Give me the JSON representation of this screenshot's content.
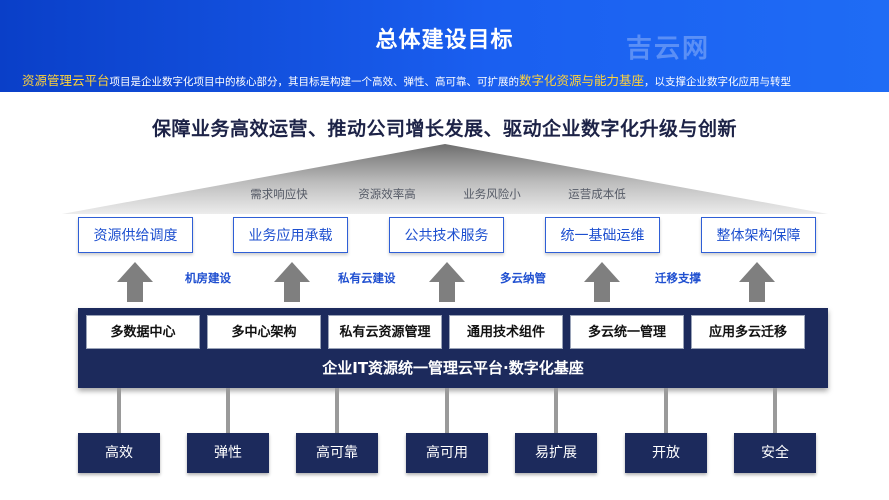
{
  "header": {
    "title": "总体建设目标",
    "watermark": "吉云网",
    "subtitle_part1": "资源管理云平台",
    "subtitle_part2": "项目是企业数字化项目中的核心部分，其目标是构建一个高效、弹性、高可靠、可扩展的",
    "subtitle_part3": "数字化资源与能力基座",
    "subtitle_part4": "，以支撑企业数字化应用与转型"
  },
  "mission": "保障业务高效运营、推动公司增长发展、驱动企业数字化升级与创新",
  "roof_labels": [
    "需求响应快",
    "资源效率高",
    "业务风险小",
    "运营成本低"
  ],
  "goals": [
    "资源供给调度",
    "业务应用承载",
    "公共技术服务",
    "统一基础运维",
    "整体架构保障"
  ],
  "arrow_labels": [
    "机房建设",
    "私有云建设",
    "多云纳管",
    "迁移支撑"
  ],
  "modules": [
    "多数据中心",
    "多中心架构",
    "私有云资源管理",
    "通用技术组件",
    "多云统一管理",
    "应用多云迁移"
  ],
  "platform_label": "企业IT资源统一管理云平台·数字化基座",
  "attributes": [
    "高效",
    "弹性",
    "高可靠",
    "高可用",
    "易扩展",
    "开放",
    "安全"
  ],
  "colors": {
    "header_blue": "#1a5ff0",
    "highlight_yellow": "#ffd23a",
    "navy": "#1c2a5c",
    "goal_blue": "#1d4fcf"
  }
}
